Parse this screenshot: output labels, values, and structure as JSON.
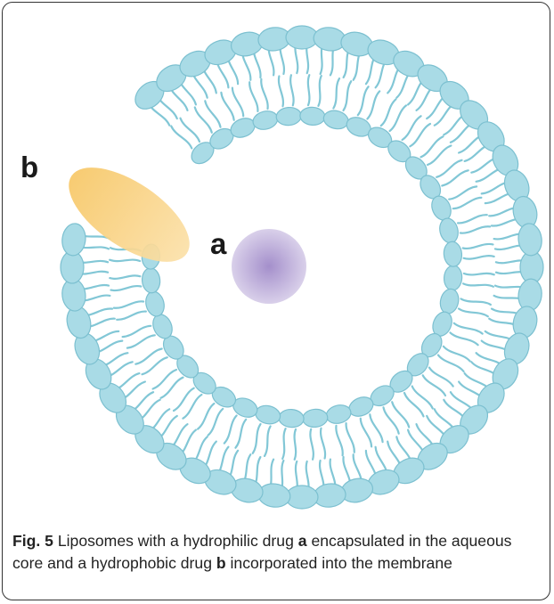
{
  "labels": {
    "a": "a",
    "b": "b"
  },
  "caption": {
    "prefix": "Fig. 5",
    "t1": " Liposomes with a hydrophilic drug ",
    "a": "a",
    "t2": " encapsulated in the aqueous core and a hydrophobic drug ",
    "b": "b",
    "t3": " incorporated into the membrane"
  },
  "colors": {
    "head_fill": "#a9dbe6",
    "head_stroke": "#7cc0d0",
    "tail": "#82c7d6",
    "hydrophilic_drug": "#b9a9d4",
    "hydrophobic_drug": "#f8cf7d"
  },
  "components": [
    "outer-lipid-layer",
    "inner-lipid-layer",
    "aqueous-core",
    "hydrophilic-drug",
    "hydrophobic-drug"
  ]
}
